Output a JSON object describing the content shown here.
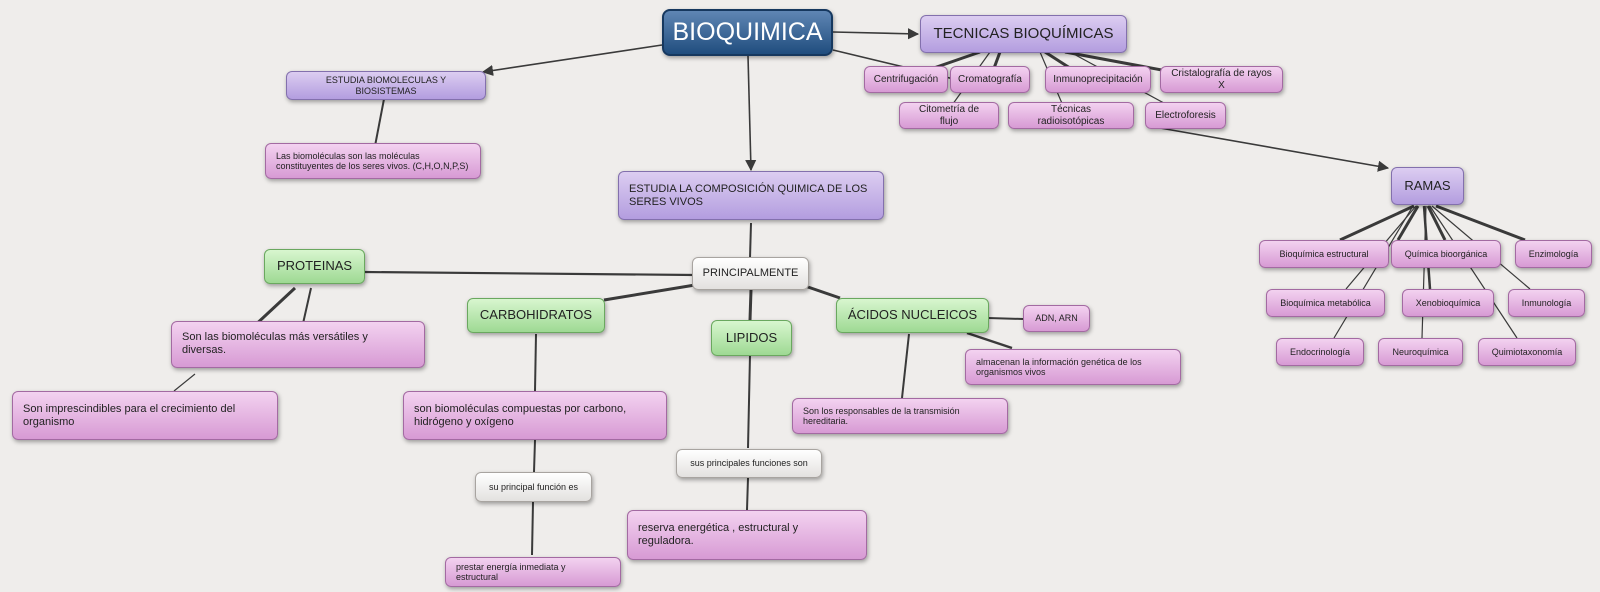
{
  "colors": {
    "background": "#efedeb",
    "root": "#2e5d91",
    "pink": "#e4b3e1",
    "violet": "#c6b6ea",
    "green": "#b9e8ad",
    "white": "#f6f5f3",
    "line": "#3a3a3a"
  },
  "nodes": {
    "root": "BIOQUIMICA",
    "tecnicas": "TECNICAS BIOQUÍMICAS",
    "centrifugacion": "Centrifugación",
    "cromatografia": "Cromatografía",
    "inmunoprecipitacion": "Inmunoprecipitación",
    "cristalografia": "Cristalografía de rayos X",
    "citometria": "Citometría de flujo",
    "radioisotopicas": "Técnicas radioisotópicas",
    "electroforesis": "Electroforesis",
    "estudia_bio": "ESTUDIA BIOMOLECULAS Y BIOSISTEMAS",
    "biomoleculas_def": "Las biomoléculas son las moléculas constituyentes de los seres vivos. (C,H,O,N,P,S)",
    "estudia_comp": "ESTUDIA LA COMPOSICIÓN QUIMICA DE LOS SERES VIVOS",
    "principalmente": "PRINCIPALMENTE",
    "proteinas": "PROTEINAS",
    "prot_desc": "Son las biomoléculas más versátiles y diversas.",
    "prot_desc2": "Son imprescindibles para el crecimiento del organismo",
    "carbohidratos": "CARBOHIDRATOS",
    "carb_desc": "son biomoléculas compuestas por carbono, hidrógeno y oxígeno",
    "carb_funcion": "su principal función es",
    "carb_energia": "prestar energía inmediata y estructural",
    "lipidos": "LIPIDOS",
    "lip_funciones": "sus principales funciones son",
    "lip_reserva": "reserva energética , estructural y reguladora.",
    "acidos": "ÁCIDOS NUCLEICOS",
    "adn": "ADN, ARN",
    "acidos_info": "almacenan la información genética de los organismos vivos",
    "acidos_resp": "Son los responsables de la transmisión hereditaria.",
    "ramas": "RAMAS",
    "bioq_estructural": "Bioquímica estructural",
    "quimica_bioorg": "Química bioorgánica",
    "enzimologia": "Enzimología",
    "bioq_metabolica": "Bioquímica metabólica",
    "xenobioquimica": "Xenobioquímica",
    "inmunologia": "Inmunología",
    "endocrinologia": "Endocrinología",
    "neuroquimica": "Neuroquímica",
    "quimiotaxonomia": "Quimiotaxonomía"
  }
}
